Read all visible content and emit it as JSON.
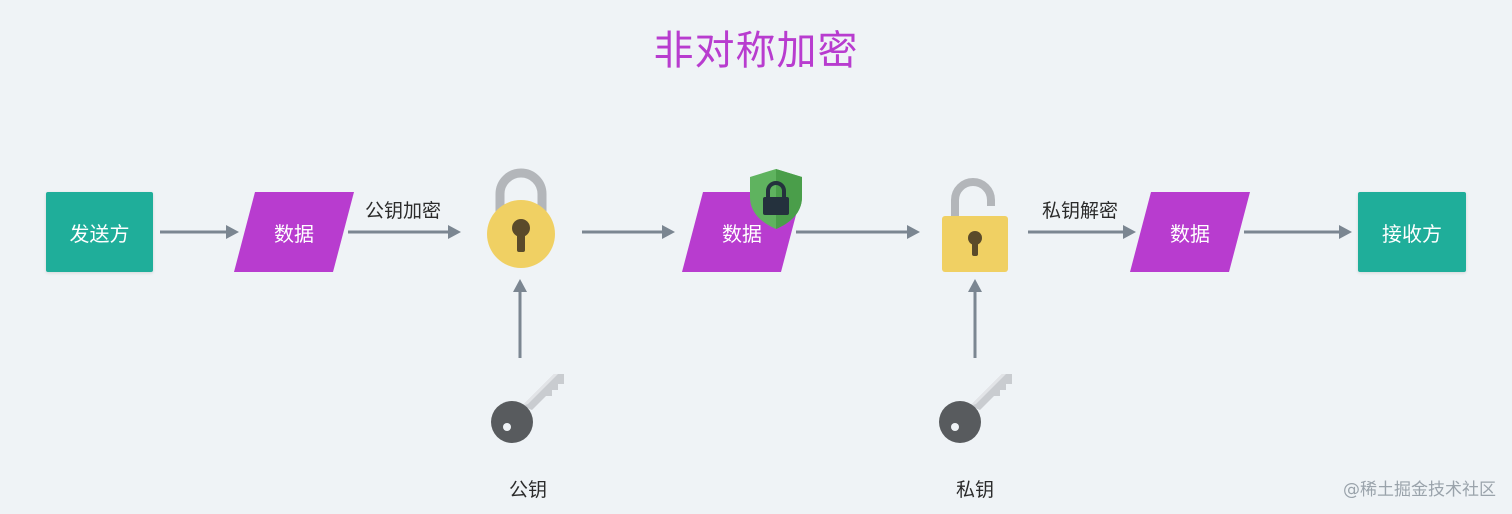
{
  "title": "非对称加密",
  "sender": "发送方",
  "receiver": "接收方",
  "data_labels": [
    "数据",
    "数据",
    "数据"
  ],
  "edge_labels": {
    "public_encrypt": "公钥加密",
    "private_decrypt": "私钥解密"
  },
  "keys": {
    "public": "公钥",
    "private": "私钥"
  },
  "watermark": "@稀土掘金技术社区",
  "icons": {
    "lock_closed": "padlock-closed-icon",
    "lock_open": "padlock-open-icon",
    "shield": "shield-lock-icon",
    "key": "key-icon"
  },
  "colors": {
    "title": "#b83ccf",
    "node_teal": "#1fae9a",
    "data_purple": "#b83ccf",
    "arrow": "#7b8691",
    "lock_yellow": "#f0d063",
    "shield_green": "#5fb35f"
  }
}
